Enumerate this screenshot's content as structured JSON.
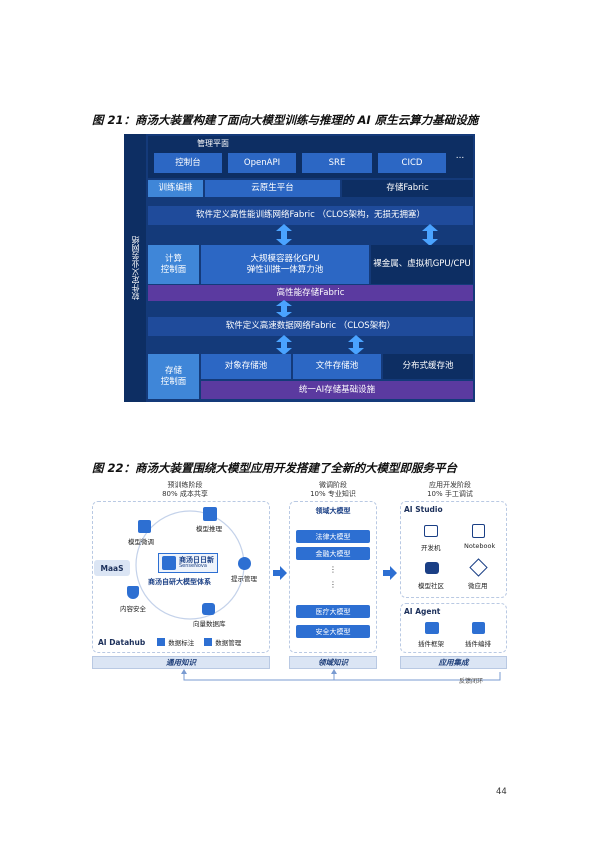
{
  "fig21": {
    "caption": "图 21：商汤大装置构建了面向大模型训练与推理的 AI 原生云算力基础设施",
    "side_label": "软件定义业务网络",
    "mgmt_title": "管理平面",
    "mgmt_items": [
      "控制台",
      "OpenAPI",
      "SRE",
      "CICD",
      "..."
    ],
    "row2": [
      "训练编排",
      "云原生平台",
      "存储Fabric"
    ],
    "training_net": "软件定义高性能训练网络Fabric （CLOS架构，无损无拥塞）",
    "compute_plane": "计算\n控制面",
    "gpu_pool": "大规模容器化GPU\n弹性训推一体算力池",
    "bare_metal": "裸金属、虚拟机GPU/CPU",
    "hp_storage": "高性能存储Fabric",
    "data_net": "软件定义高速数据网络Fabric （CLOS架构）",
    "storage_plane": "存储\n控制面",
    "storage_pools": [
      "对象存储池",
      "文件存储池",
      "分布式缓存池"
    ],
    "unified_storage": "统一AI存储基础设施"
  },
  "fig22": {
    "caption": "图 22：商汤大装置围绕大模型应用开发搭建了全新的大模型即服务平台",
    "pretrain_title": "预训练阶段",
    "pretrain_sub": "80% 成本共享",
    "finetune_title": "微调阶段",
    "finetune_sub": "10% 专业知识",
    "app_title": "应用开发阶段",
    "app_sub": "10% 手工调试",
    "maas": "MaaS",
    "logo_cn": "商汤日日新",
    "logo_en": "SenseNova",
    "system": "商汤自研大模型体系",
    "circle_items": [
      "模型推理",
      "模型微调",
      "提示管理",
      "内容安全",
      "向量数据库"
    ],
    "datahub": "AI Datahub",
    "datahub_items": [
      "数据标注",
      "数据管理"
    ],
    "domain_title": "领域大模型",
    "domain_items": [
      "法律大模型",
      "金融大模型",
      "⋮",
      "⋮",
      "医疗大模型",
      "安全大模型"
    ],
    "studio": "AI Studio",
    "studio_items": [
      "开发机",
      "Notebook",
      "模型社区",
      "微应用"
    ],
    "agent": "AI Agent",
    "agent_items": [
      "插件框架",
      "插件编排"
    ],
    "bottom": [
      "通用知识",
      "领域知识",
      "应用集成"
    ],
    "feedback": "反馈闭环"
  },
  "page_number": "44",
  "colors": {
    "navy": "#0d2e63",
    "blue": "#2c67c4",
    "light_blue": "#3f86d8",
    "purple": "#5b3aa0",
    "accent": "#2d6fd2"
  }
}
